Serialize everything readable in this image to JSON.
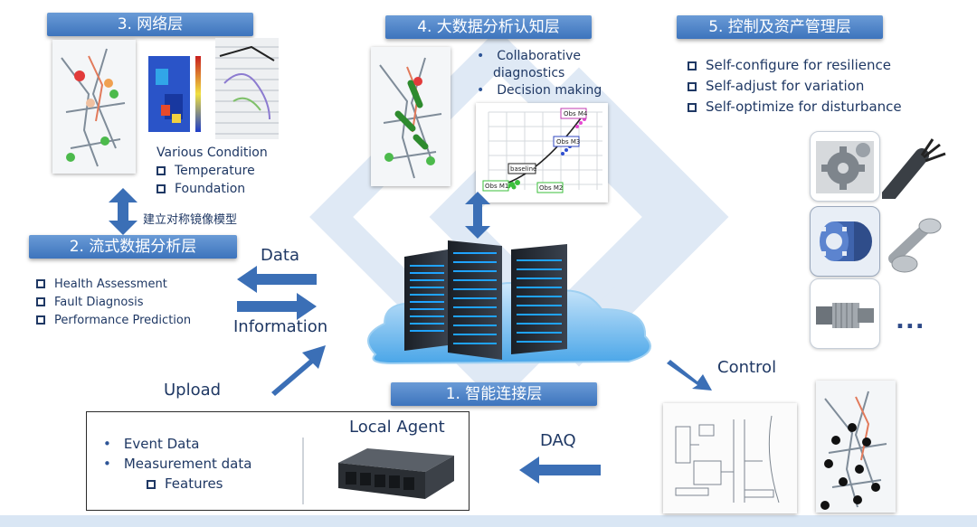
{
  "layers": {
    "network": "3. 网络层",
    "big_data": "4. 大数据分析认知层",
    "control": "5. 控制及资产管理层",
    "stream": "2. 流式数据分析层",
    "smart_connect": "1. 智能连接层"
  },
  "network_layer": {
    "various_condition": "Various Condition",
    "items": [
      "Temperature",
      "Foundation"
    ],
    "mirror_label": "建立对称镜像模型"
  },
  "big_data_layer": {
    "bullets": [
      "Collaborative diagnostics",
      "Decision making"
    ],
    "plot_labels": {
      "obs_m4": "Obs M4",
      "obs_m3": "Obs M3",
      "baseline": "baseline",
      "obs_m1": "Obs M1",
      "obs_m2": "Obs M2"
    }
  },
  "control_layer": {
    "items": [
      "Self-configure for resilience",
      "Self-adjust for variation",
      "Self-optimize for disturbance"
    ],
    "more": "..."
  },
  "stream_layer": {
    "items": [
      "Health Assessment",
      "Fault Diagnosis",
      "Performance Prediction"
    ]
  },
  "flows": {
    "data": "Data",
    "information": "Information",
    "upload": "Upload",
    "control": "Control",
    "daq": "DAQ"
  },
  "local_agent": {
    "title": "Local Agent",
    "bullets": [
      "Event Data",
      "Measurement data"
    ],
    "sub_item": "Features"
  },
  "colors": {
    "banner": "#4a7fc4",
    "arrow": "#3b6fb6",
    "text": "#1f3864"
  }
}
